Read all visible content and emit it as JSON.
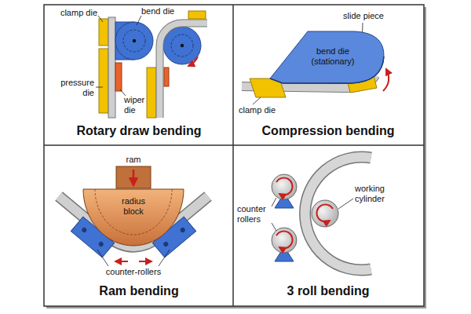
{
  "diagram": {
    "nodes": [
      {
        "text": [
          "Rotary draw bending"
        ]
      },
      {
        "text": [
          "Compression bending"
        ]
      },
      {
        "text": [
          "bend die (stationary)"
        ],
        "in": 1
      },
      {
        "text": [
          "Ram bending"
        ]
      },
      {
        "text": [
          "radius block"
        ],
        "in": 3
      },
      {
        "text": [
          "3 roll bending"
        ]
      }
    ],
    "labels": [
      "clamp die",
      "bend die",
      "pressure die",
      "wiper die",
      "slide piece",
      "clamp die",
      "ram",
      "counter-rollers",
      "working cylinder",
      "counter rollers"
    ]
  }
}
